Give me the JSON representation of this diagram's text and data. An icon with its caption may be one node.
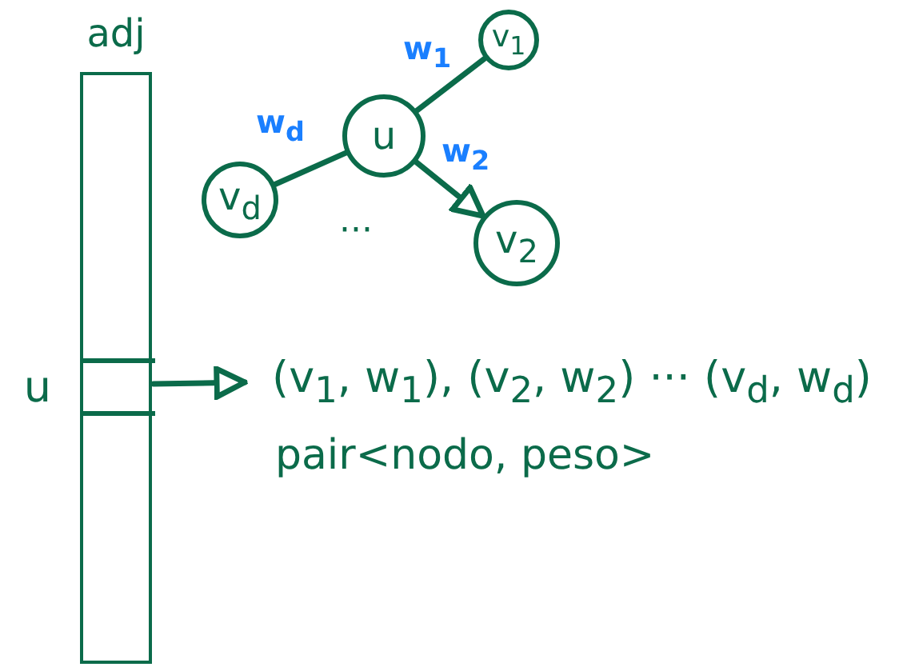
{
  "diagram": {
    "nodes": [
      {
        "text": [
          "adj"
        ]
      },
      {
        "text": [],
        "shape": "box",
        "in": 0,
        "beside": [
          "u"
        ]
      },
      {
        "text": [
          "u"
        ]
      },
      {
        "text": [
          "v$_{1}$"
        ]
      },
      {
        "text": [
          "v$_{2}$"
        ]
      },
      {
        "text": [
          "v$_{d}$"
        ]
      },
      {
        "text": [
          "(v$_{1}$, w$_{1}$), (v$_{2}$, w$_{2}$) ··· (v$_{d}$, w$_{d}$)"
        ]
      }
    ],
    "edges": [
      {
        "from": 2,
        "to": 3,
        "arrow": "none",
        "label": "w$_{1}$"
      },
      {
        "from": 2,
        "to": 4,
        "arrow": "to",
        "label": "w$_{2}$"
      },
      {
        "from": 2,
        "to": 5,
        "arrow": "none",
        "label": "w$_{d}$"
      },
      {
        "from": 1,
        "to": 6,
        "arrow": "to"
      }
    ],
    "labels": [
      "···",
      "pair<nodo, peso>"
    ]
  }
}
